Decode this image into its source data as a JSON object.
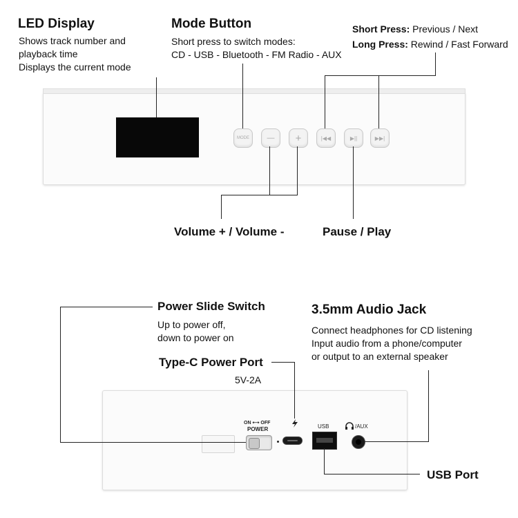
{
  "led": {
    "title": "LED Display",
    "lines": [
      "Shows track number and",
      "playback time",
      "Displays the current mode"
    ]
  },
  "mode": {
    "title": "Mode Button",
    "lines": [
      "Short press to switch modes:",
      "CD - USB - Bluetooth - FM Radio - AUX"
    ]
  },
  "press": {
    "short_label": "Short Press:",
    "short_text": "Previous / Next",
    "long_label": "Long Press:",
    "long_text": "Rewind / Fast Forward"
  },
  "volume": {
    "label": "Volume + / Volume -"
  },
  "pause": {
    "label": "Pause / Play"
  },
  "buttons": {
    "mode_label": "MODE",
    "minus_glyph": "—",
    "plus_glyph": "+",
    "prev_glyph": "|◀◀",
    "play_glyph": "▶||",
    "next_glyph": "▶▶|"
  },
  "power_switch": {
    "title": "Power Slide Switch",
    "lines": [
      "Up to power off,",
      "down to power on"
    ],
    "on_off": "ON ⟷ OFF",
    "power": "POWER"
  },
  "typec": {
    "title": "Type-C Power Port",
    "spec": "5V-2A"
  },
  "audio_jack": {
    "title": "3.5mm Audio Jack",
    "lines": [
      "Connect headphones for CD listening",
      "Input audio from a phone/computer",
      "or output to an external speaker"
    ],
    "port_label": "/AUX"
  },
  "usb": {
    "title": "USB Port",
    "port_label": "USB"
  },
  "colors": {
    "display": "#080808",
    "line": "#222222",
    "panel": "#fbfbfb"
  }
}
